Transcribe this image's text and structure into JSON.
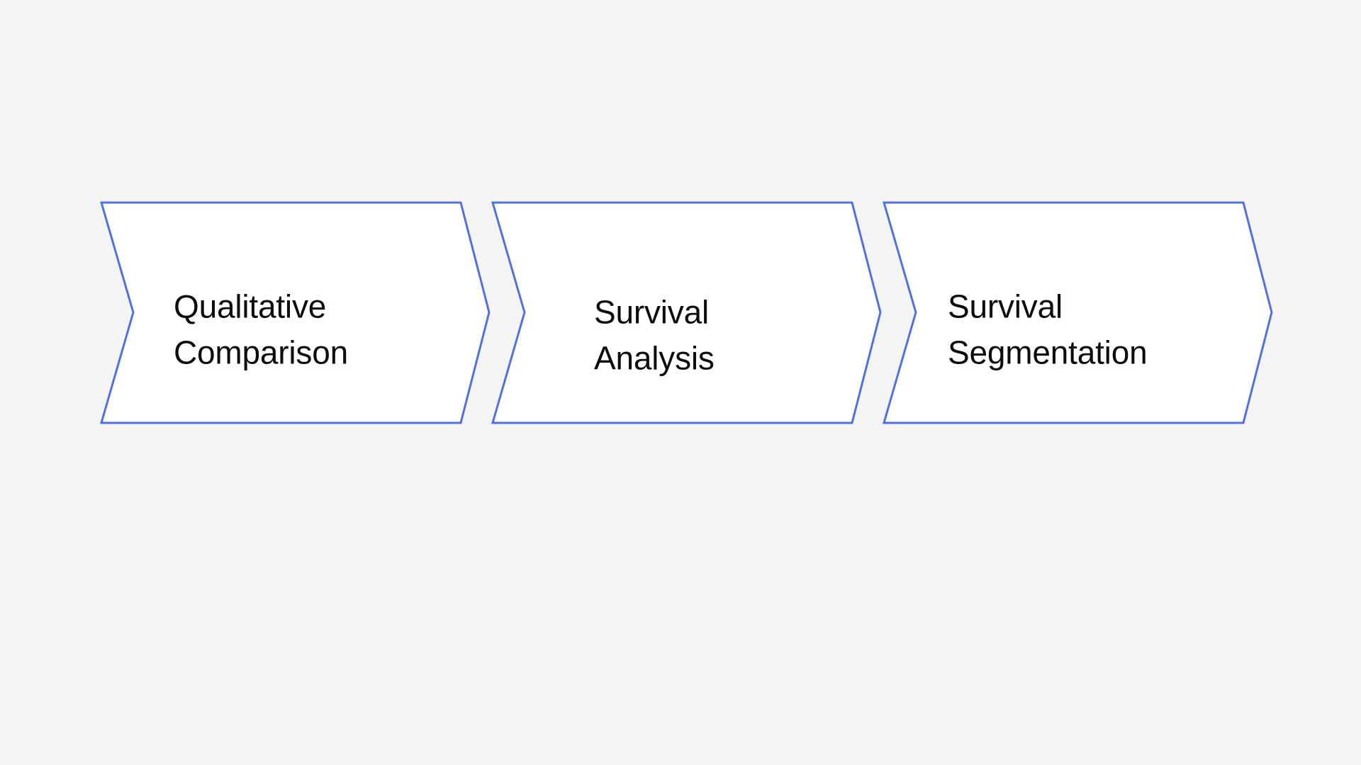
{
  "diagram": {
    "type": "chevron-process-flow",
    "background_color": "#f4f4f4",
    "orientation": "horizontal",
    "step_count": 3,
    "steps": [
      {
        "id": "step-1",
        "label": "Qualitative\nComparison",
        "line_1": "Qualitative",
        "line_2": "Comparison",
        "fill_color": "#ffffff",
        "border_color": "#5270de",
        "text_color": "#0d0d0d"
      },
      {
        "id": "step-2",
        "label": "Survival\nAnalysis",
        "line_1": "Survival",
        "line_2": "Analysis",
        "fill_color": "#ffffff",
        "border_color": "#5270de",
        "text_color": "#0d0d0d"
      },
      {
        "id": "step-3",
        "label": "Survival\nSegmentation",
        "line_1": "Survival",
        "line_2": "Segmentation",
        "fill_color": "#ffffff",
        "border_color": "#5270de",
        "text_color": "#0d0d0d"
      }
    ]
  }
}
